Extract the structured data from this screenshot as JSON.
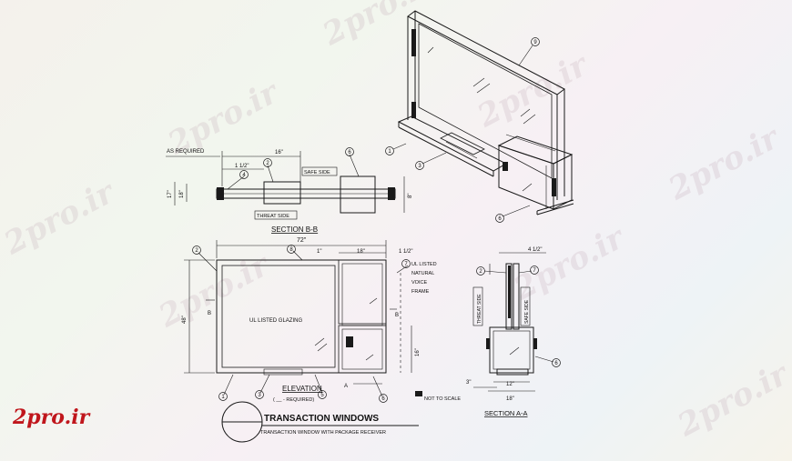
{
  "watermark": "2pro.ir",
  "brand_logo": "2pro.ir",
  "colors": {
    "line": "#1a1a1a",
    "brand_red": "#c0161c"
  },
  "section_bb": {
    "title": "SECTION B-B",
    "as_required": "AS REQUIRED",
    "dim_16": "16\"",
    "dim_1_1_2": "1 1/2\"",
    "dim_17": "17\"",
    "dim_18": "18\"",
    "dim_8": "8\"",
    "safe_side": "SAFE SIDE",
    "threat_side": "THREAT SIDE"
  },
  "elevation": {
    "title": "ELEVATION",
    "subtitle": "( __ - REQUIRED)",
    "dim_72": "72\"",
    "dim_1": "1\"",
    "dim_18": "18\"",
    "dim_1_1_2": "1 1/2\"",
    "dim_48": "48\"",
    "dim_16": "16\"",
    "glazing_label": "UL LISTED GLAZING",
    "voice_frame_label": "UL LISTED\nNATURAL\nVOICE\nFRAME",
    "mark_b": "B",
    "mark_a": "A",
    "not_to_scale": "NOT TO SCALE"
  },
  "section_aa": {
    "title": "SECTION A-A",
    "dim_4_1_2": "4 1/2\"",
    "dim_3": "3\"",
    "dim_12": "12\"",
    "dim_18": "18\"",
    "threat_side": "THREAT SIDE",
    "safe_side": "SAFE SIDE"
  },
  "title_block": {
    "title": "TRANSACTION WINDOWS",
    "subtitle": "TRANSACTION WINDOW WITH PACKAGE RECEIVER"
  },
  "callouts": [
    "1",
    "2",
    "3",
    "4",
    "5",
    "6",
    "7",
    "8",
    "9"
  ]
}
